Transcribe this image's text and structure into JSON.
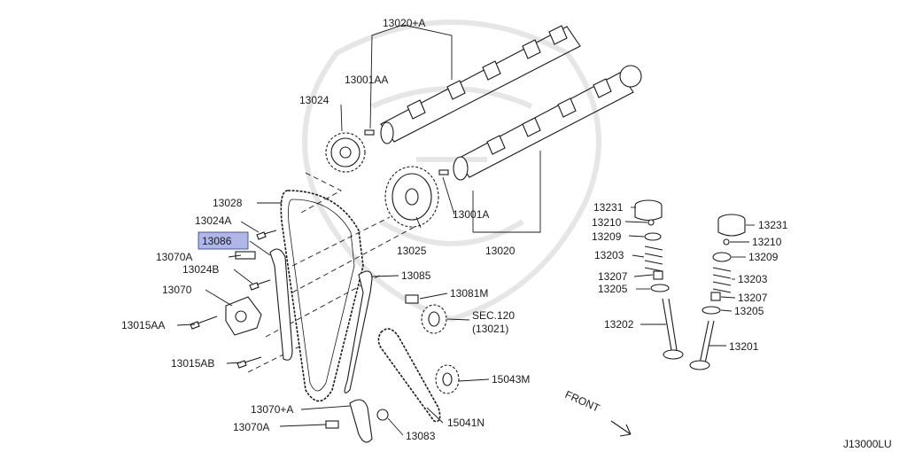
{
  "diagram_code": "J13000LU",
  "direction_label": "FRONT",
  "highlighted_part": "13086",
  "labels": {
    "p13020A": "13020+A",
    "p13001AA": "13001AA",
    "p13024": "13024",
    "p13028": "13028",
    "p13024A": "13024A",
    "p13086": "13086",
    "p13070A_top": "13070A",
    "p13024B": "13024B",
    "p13070": "13070",
    "p13015AA": "13015AA",
    "p13015AB": "13015AB",
    "p13070pA": "13070+A",
    "p13070A_bot": "13070A",
    "p13083": "13083",
    "p15041N": "15041N",
    "p15043M": "15043M",
    "pSEC120a": "SEC.120",
    "pSEC120b": "(13021)",
    "p13081M": "13081M",
    "p13085": "13085",
    "p13025": "13025",
    "p13001A": "13001A",
    "p13020": "13020",
    "p13231_l": "13231",
    "p13210_l": "13210",
    "p13209_l": "13209",
    "p13203_l": "13203",
    "p13207_l": "13207",
    "p13205_l": "13205",
    "p13202": "13202",
    "p13231_r": "13231",
    "p13210_r": "13210",
    "p13209_r": "13209",
    "p13203_r": "13203",
    "p13207_r": "13207",
    "p13205_r": "13205",
    "p13201": "13201"
  }
}
